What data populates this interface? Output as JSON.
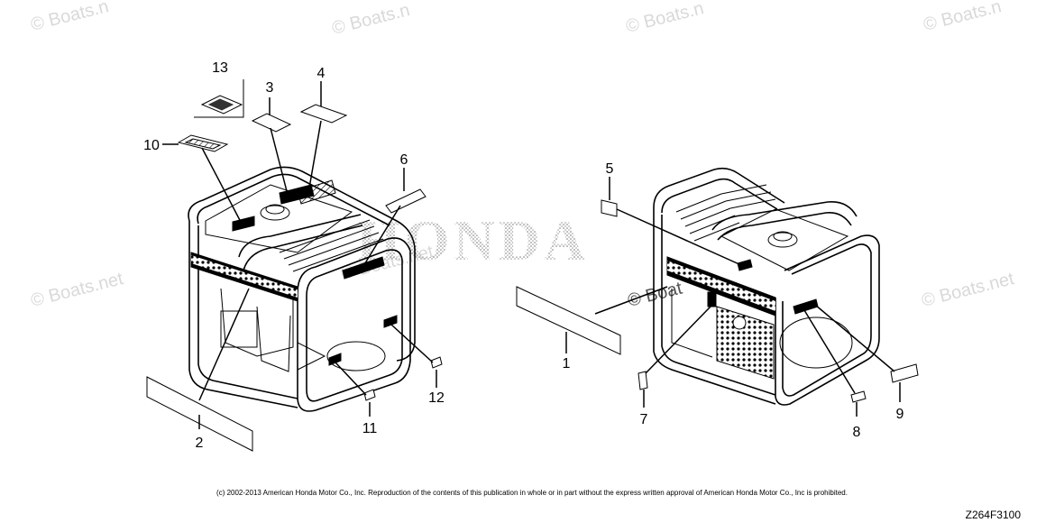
{
  "watermarks": {
    "top_left": "© Boats.n",
    "top_center": "© Boats.n",
    "top_right_1": "© Boats.n",
    "top_right_2": "© Boats.n",
    "mid_left": "© Boats.net",
    "mid_right": "© Boats.net",
    "mid_left_2": "© Boats.net",
    "center": "© Boats.net",
    "center_frag": "© Boat"
  },
  "brand_text": "HONDA",
  "callouts": {
    "c1": "1",
    "c2": "2",
    "c3": "3",
    "c4": "4",
    "c5": "5",
    "c6": "6",
    "c7": "7",
    "c8": "8",
    "c9": "9",
    "c10": "10",
    "c11": "11",
    "c12": "12",
    "c13": "13"
  },
  "copyright": "(c) 2002-2013 American Honda Motor Co., Inc. Reproduction of the contents of this publication in whole or in part without the express written approval of American Honda Motor Co., Inc is prohibited.",
  "drawing_number": "Z264F3100"
}
